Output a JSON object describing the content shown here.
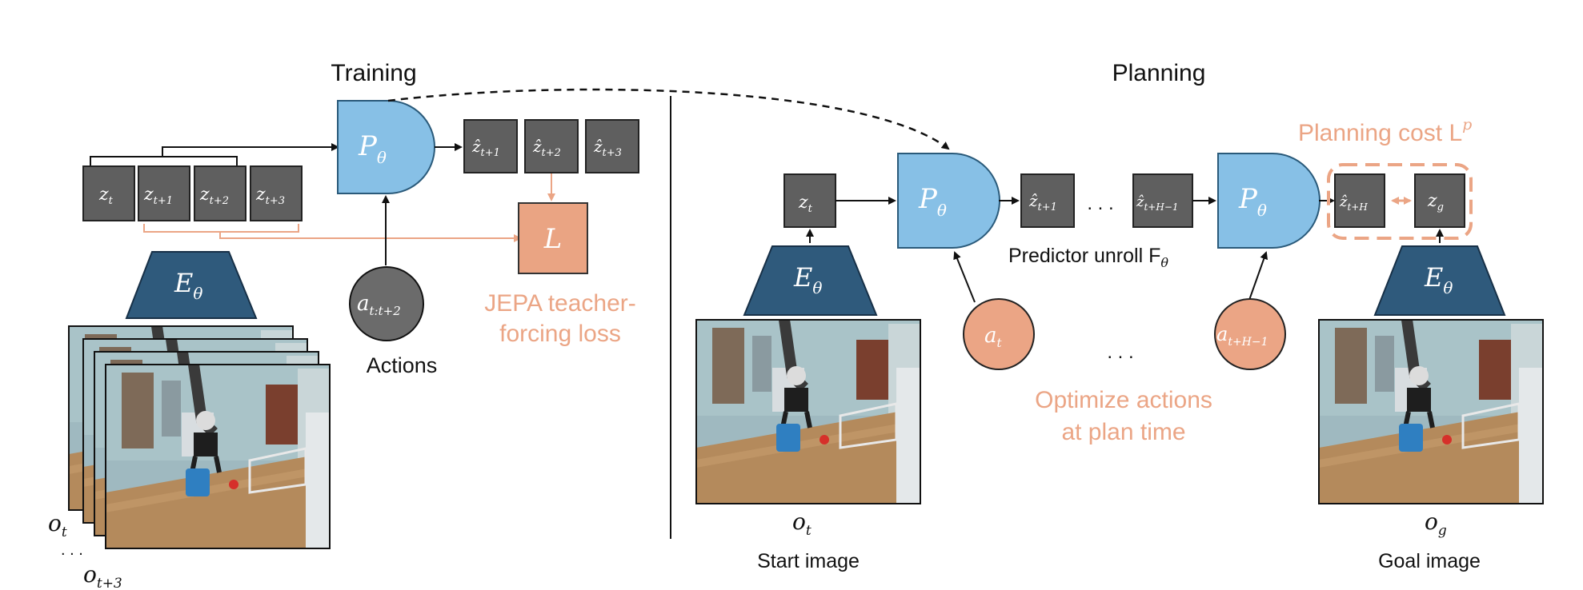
{
  "colors": {
    "latent_box": "#5f5f5f",
    "latent_box_stroke": "#222222",
    "predictor": "#87c0e6",
    "predictor_stroke": "#2a5a7a",
    "encoder": "#2f5a7c",
    "action_gray": "#6b6b6b",
    "action_orange": "#eba585",
    "loss_box": "#eaa483",
    "accent_orange": "#eba585",
    "scene_wall": "#9fb9c0",
    "scene_table": "#b48a5c"
  },
  "training": {
    "title": "Training",
    "latents": [
      "z",
      "z",
      "z",
      "z"
    ],
    "latent_subs": [
      "t",
      "t+1",
      "t+2",
      "t+3"
    ],
    "predictor": {
      "label": "P",
      "sub": "θ"
    },
    "encoder": {
      "label": "E",
      "sub": "θ"
    },
    "predicted": [
      "ẑ",
      "ẑ",
      "ẑ"
    ],
    "predicted_subs": [
      "t+1",
      "t+2",
      "t+3"
    ],
    "loss_label": "L",
    "action": {
      "label": "a",
      "sub": "t:t+2"
    },
    "actions_caption": "Actions",
    "loss_caption_1": "JEPA teacher-",
    "loss_caption_2": "forcing loss",
    "obs_first": {
      "label": "o",
      "sub": "t"
    },
    "obs_dots": ". . .",
    "obs_last": {
      "label": "o",
      "sub": "t+3"
    }
  },
  "planning": {
    "title": "Planning",
    "start_latent": {
      "label": "z",
      "sub": "t"
    },
    "predictor_1": {
      "label": "P",
      "sub": "θ"
    },
    "predictor_2": {
      "label": "P",
      "sub": "θ"
    },
    "pred_1": {
      "label": "ẑ",
      "sub": "t+1"
    },
    "pred_dots": ". . .",
    "pred_2": {
      "label": "ẑ",
      "sub": "t+H−1"
    },
    "pred_final": {
      "label": "ẑ",
      "sub": "t+H"
    },
    "goal_latent": {
      "label": "z",
      "sub": "g"
    },
    "encoder_start": {
      "label": "E",
      "sub": "θ"
    },
    "encoder_goal": {
      "label": "E",
      "sub": "θ"
    },
    "unroll_caption": "Predictor unroll F",
    "unroll_sub": "θ",
    "cost_caption": "Planning cost L",
    "cost_sup": "p",
    "action_1": {
      "label": "a",
      "sub": "t"
    },
    "action_dots": ". . .",
    "action_2": {
      "label": "a",
      "sub": "t+H−1"
    },
    "optimize_1": "Optimize actions",
    "optimize_2": "at plan time",
    "obs_start": {
      "label": "o",
      "sub": "t"
    },
    "start_caption": "Start image",
    "obs_goal": {
      "label": "o",
      "sub": "g"
    },
    "goal_caption": "Goal image"
  }
}
